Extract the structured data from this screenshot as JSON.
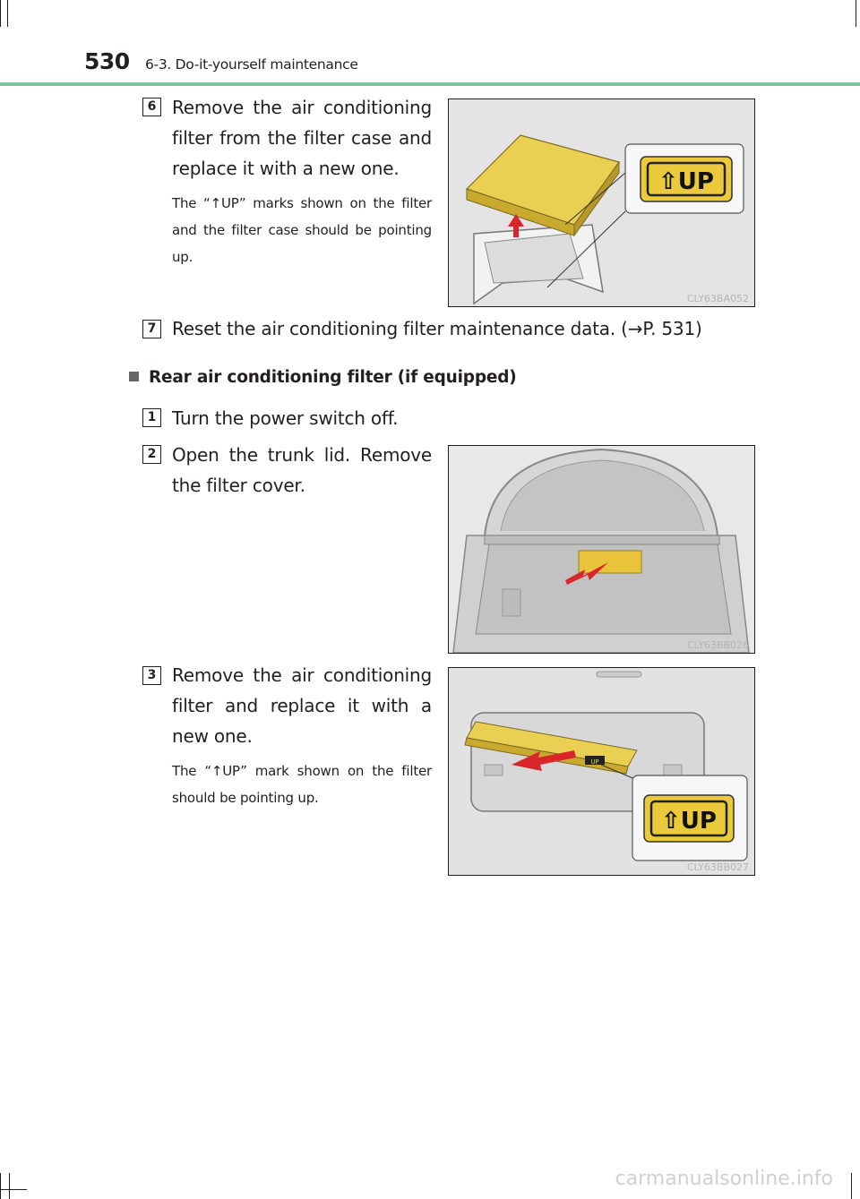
{
  "header": {
    "page_number": "530",
    "section_title": "6-3. Do-it-yourself maintenance"
  },
  "steps": [
    {
      "number": "6",
      "text": "Remove the air conditioning filter from the filter case and replace it with a new one.",
      "note": "The “↑UP” marks shown on the filter and the filter case should be pointing up.",
      "figure_code": "CLY63BA052",
      "figure_label": "⇧UP"
    },
    {
      "number": "7",
      "text": "Reset the air conditioning filter maintenance data. (→P. 531)"
    }
  ],
  "subsection": {
    "title": "Rear air conditioning filter (if equipped)",
    "steps": [
      {
        "number": "1",
        "text": "Turn the power switch off."
      },
      {
        "number": "2",
        "text": "Open the trunk lid. Remove the filter cover.",
        "figure_code": "CLY63BB026"
      },
      {
        "number": "3",
        "text": "Remove the air conditioning filter and replace it with a new one.",
        "note": "The “↑UP” mark shown on the filter should be pointing up.",
        "figure_code": "CLY63BB027",
        "figure_label": "⇧UP",
        "figure_small_label": "UP"
      }
    ]
  },
  "footer": {
    "watermark": "carmanualsonline.info"
  }
}
